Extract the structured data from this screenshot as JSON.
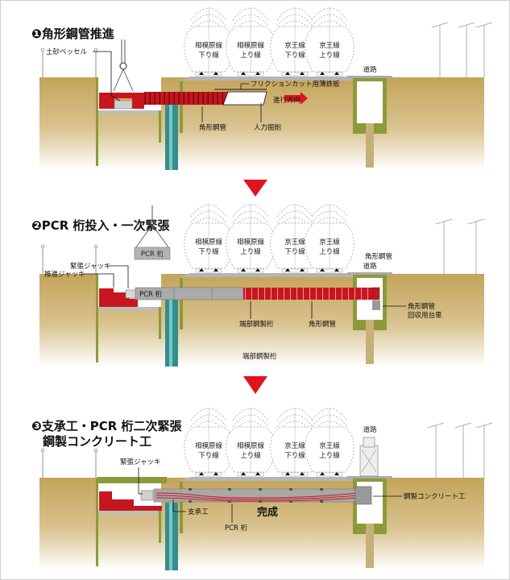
{
  "colors": {
    "ground": "#c4a45a",
    "red": "#c8161e",
    "teal": "#2f8f8c",
    "olive": "#8c9a3a",
    "gray": "#a9a9a9"
  },
  "trains": [
    {
      "line": "相模原線",
      "dir": "下り線"
    },
    {
      "line": "相模原線",
      "dir": "上り線"
    },
    {
      "line": "京王線",
      "dir": "下り線"
    },
    {
      "line": "京王線",
      "dir": "上り線"
    }
  ],
  "road_label": "道路",
  "panel1": {
    "number": "❶",
    "title": "角形鋼管推進",
    "labels": {
      "bessel": "土砂ベッセル",
      "friction": "フリクションカット用薄鉄板",
      "direction": "進行方向",
      "tube": "角形鋼管",
      "manual": "人力掘削"
    }
  },
  "panel2": {
    "number": "❷",
    "title": "PCR 桁投入・一次緊張",
    "labels": {
      "pcr_hanging": "PCR 桁",
      "tension_jack": "緊張ジャッキ",
      "push_jack": "推進ジャッキ",
      "pcr_beam": "PCR 桁",
      "end_girder": "端部鋼製桁",
      "tube": "角形鋼管",
      "tube_right": "角形鋼管",
      "cart_1": "角形鋼管",
      "cart_2": "回収用台車",
      "bottom_note": "端部鋼製桁"
    }
  },
  "panel3": {
    "number": "❸",
    "title_1": "支承工・PCR 桁二次緊張",
    "title_2": "鋼製コンクリート工",
    "labels": {
      "tension_jack": "緊張ジャッキ",
      "bearing": "支承工",
      "pcr": "PCR 桁",
      "complete": "完成",
      "steel_concrete": "鋼製コンクリート工"
    }
  }
}
